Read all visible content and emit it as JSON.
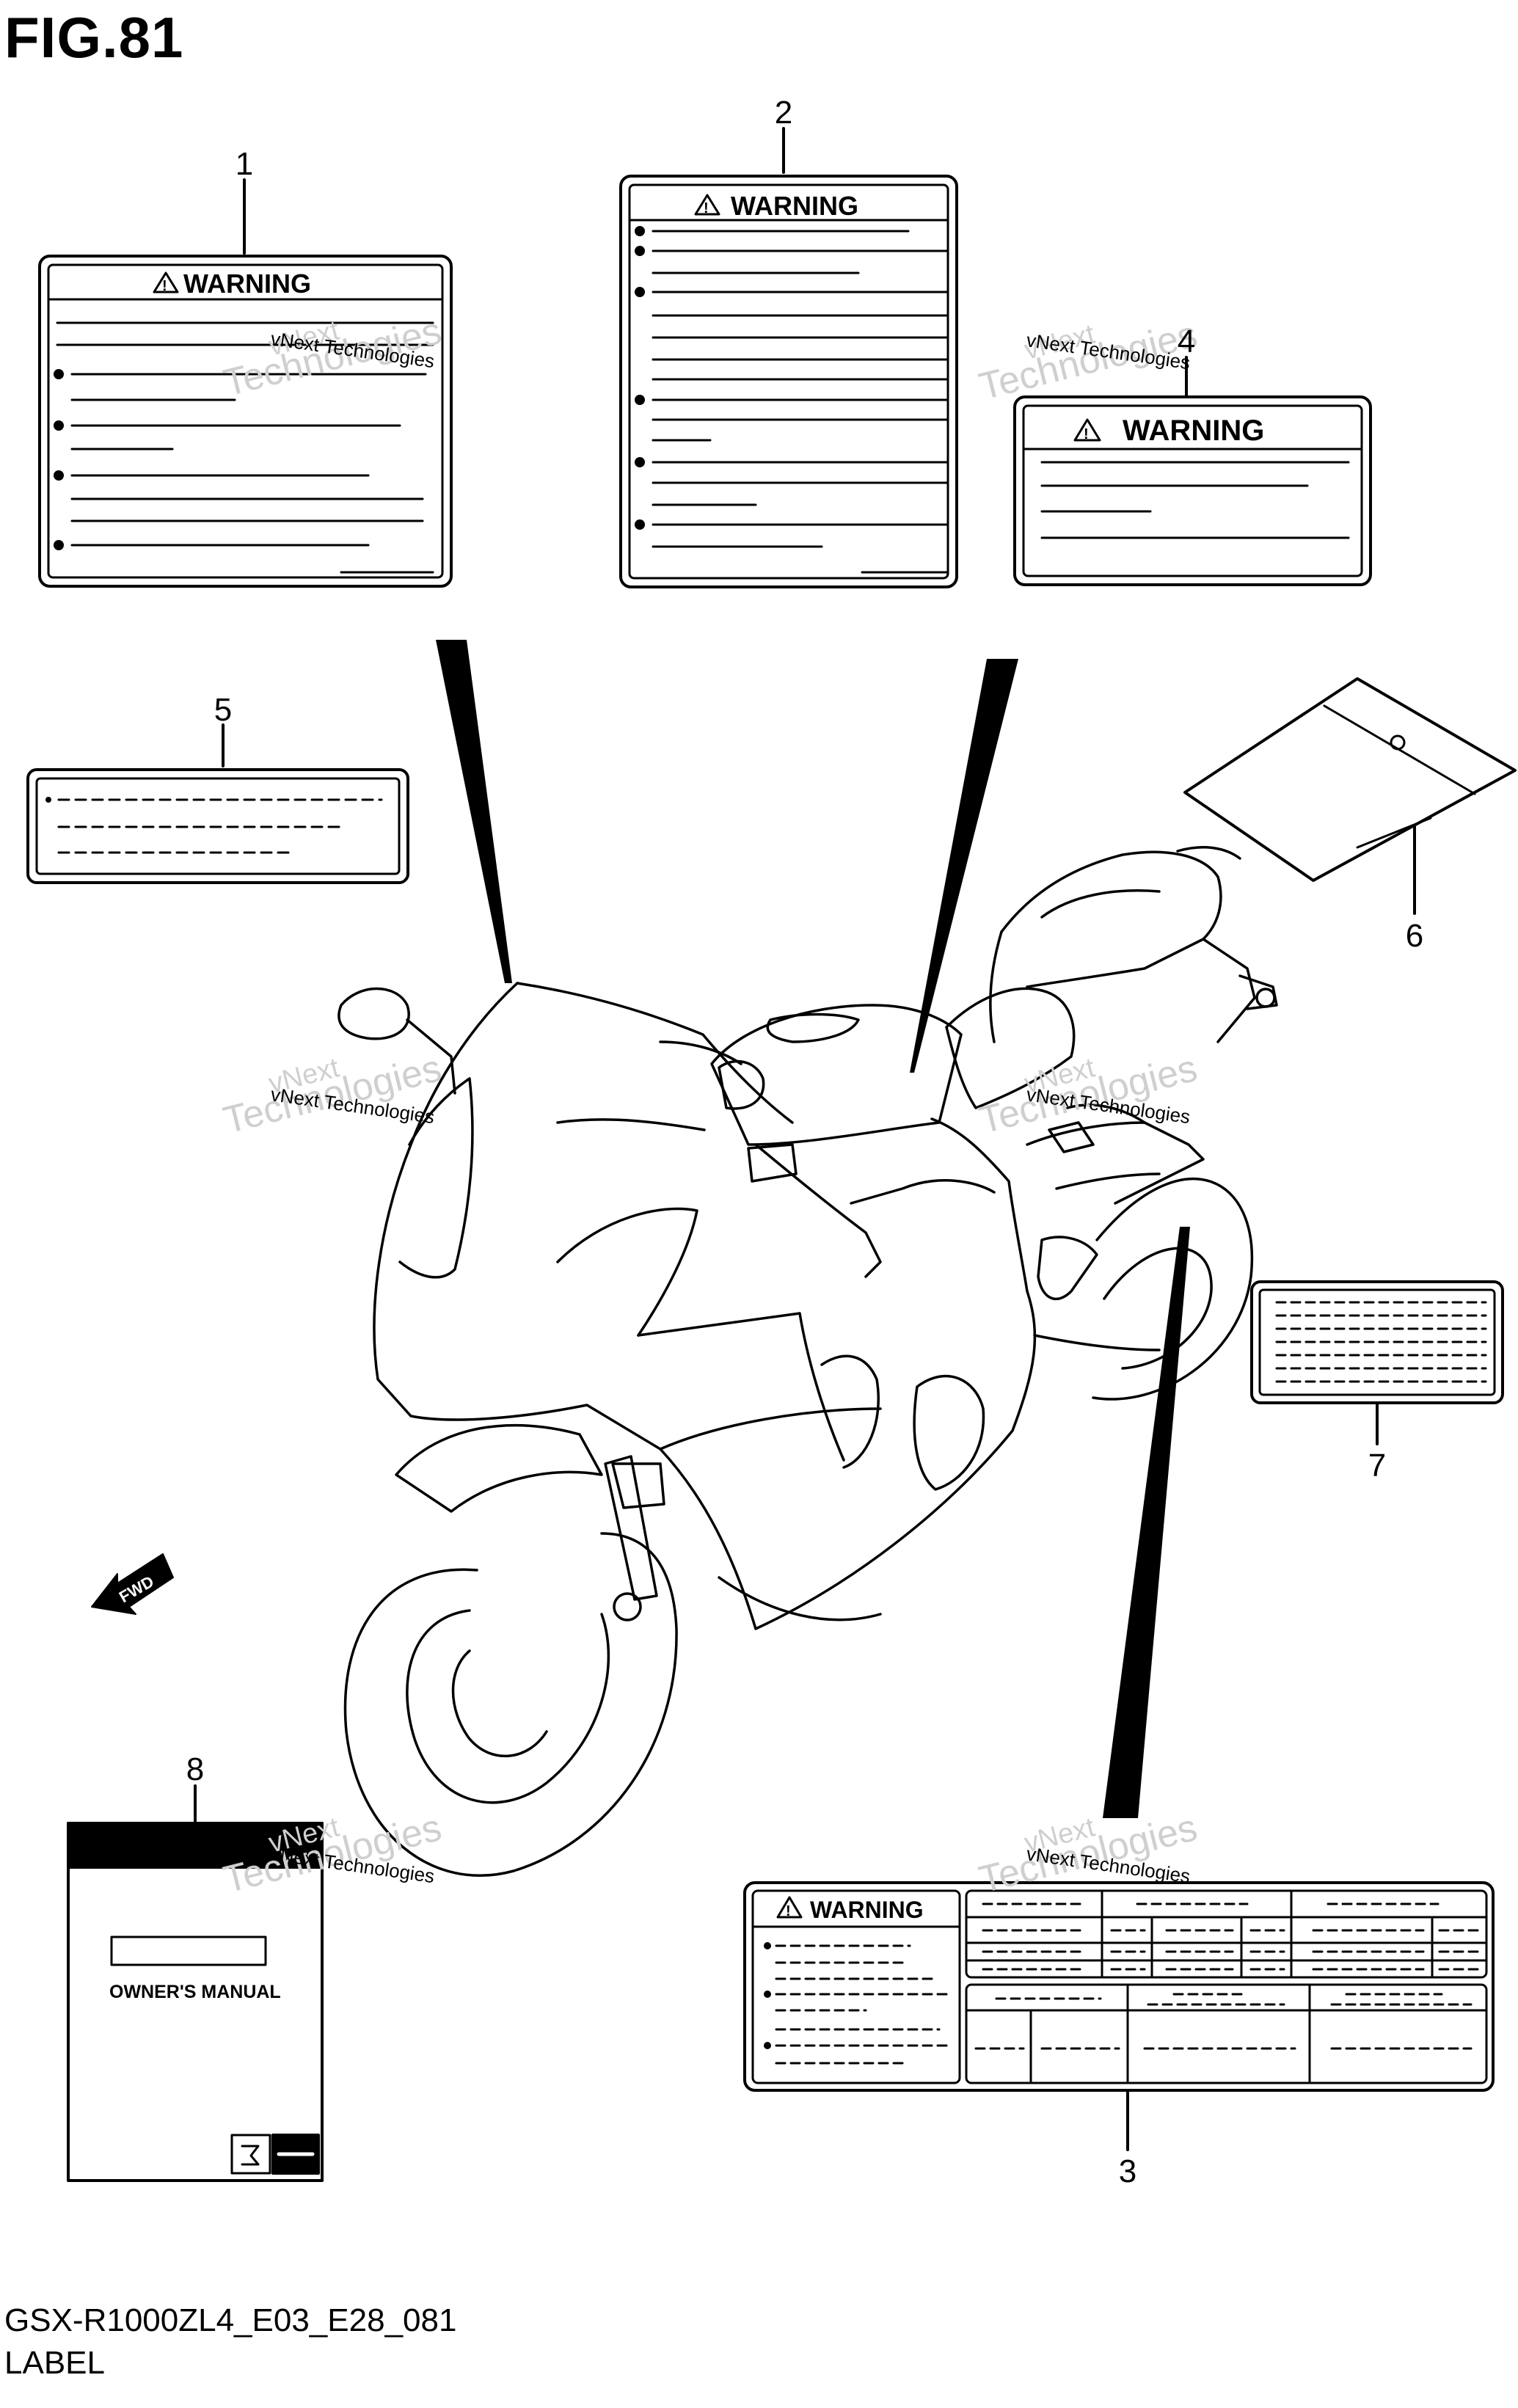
{
  "figure": {
    "title": "FIG.81",
    "model_code": "GSX-R1000ZL4_E03_E28_081",
    "section_name": "LABEL"
  },
  "callouts": [
    "1",
    "2",
    "3",
    "4",
    "5",
    "6",
    "7",
    "8"
  ],
  "labels": {
    "warning_text": "WARNING",
    "manual_title": "OWNER'S MANUAL",
    "fwd_text": "FWD"
  },
  "watermark": {
    "line1": "vNext Technologies",
    "line2": "vNext",
    "line3": "Technologies"
  },
  "colors": {
    "ink": "#000000",
    "paper": "#ffffff",
    "watermark": "#d9d9d9"
  }
}
